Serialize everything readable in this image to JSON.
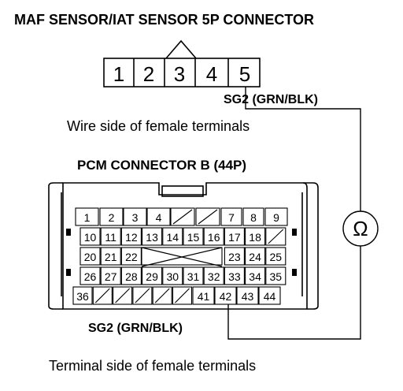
{
  "maf_title": "MAF SENSOR/IAT SENSOR 5P CONNECTOR",
  "maf_pins": [
    "1",
    "2",
    "3",
    "4",
    "5"
  ],
  "sg2_top_label": "SG2 (GRN/BLK)",
  "wire_side_caption": "Wire side of female terminals",
  "pcm_title": "PCM CONNECTOR B (44P)",
  "pcm_rows": [
    [
      "1",
      "2",
      "3",
      "4",
      "",
      "",
      "7",
      "8",
      "9"
    ],
    [
      "10",
      "11",
      "12",
      "13",
      "14",
      "15",
      "16",
      "17",
      "18",
      ""
    ],
    [
      "20",
      "21",
      "22",
      "",
      "",
      "",
      "",
      "23",
      "24",
      "25"
    ],
    [
      "26",
      "27",
      "28",
      "29",
      "30",
      "31",
      "32",
      "33",
      "34",
      "35"
    ],
    [
      "36",
      "",
      "",
      "",
      "",
      "",
      "41",
      "42",
      "43",
      "44"
    ]
  ],
  "ohm_symbol": "Ω",
  "sg2_bottom_label": "SG2 (GRN/BLK)",
  "terminal_side_caption": "Terminal side of female terminals"
}
